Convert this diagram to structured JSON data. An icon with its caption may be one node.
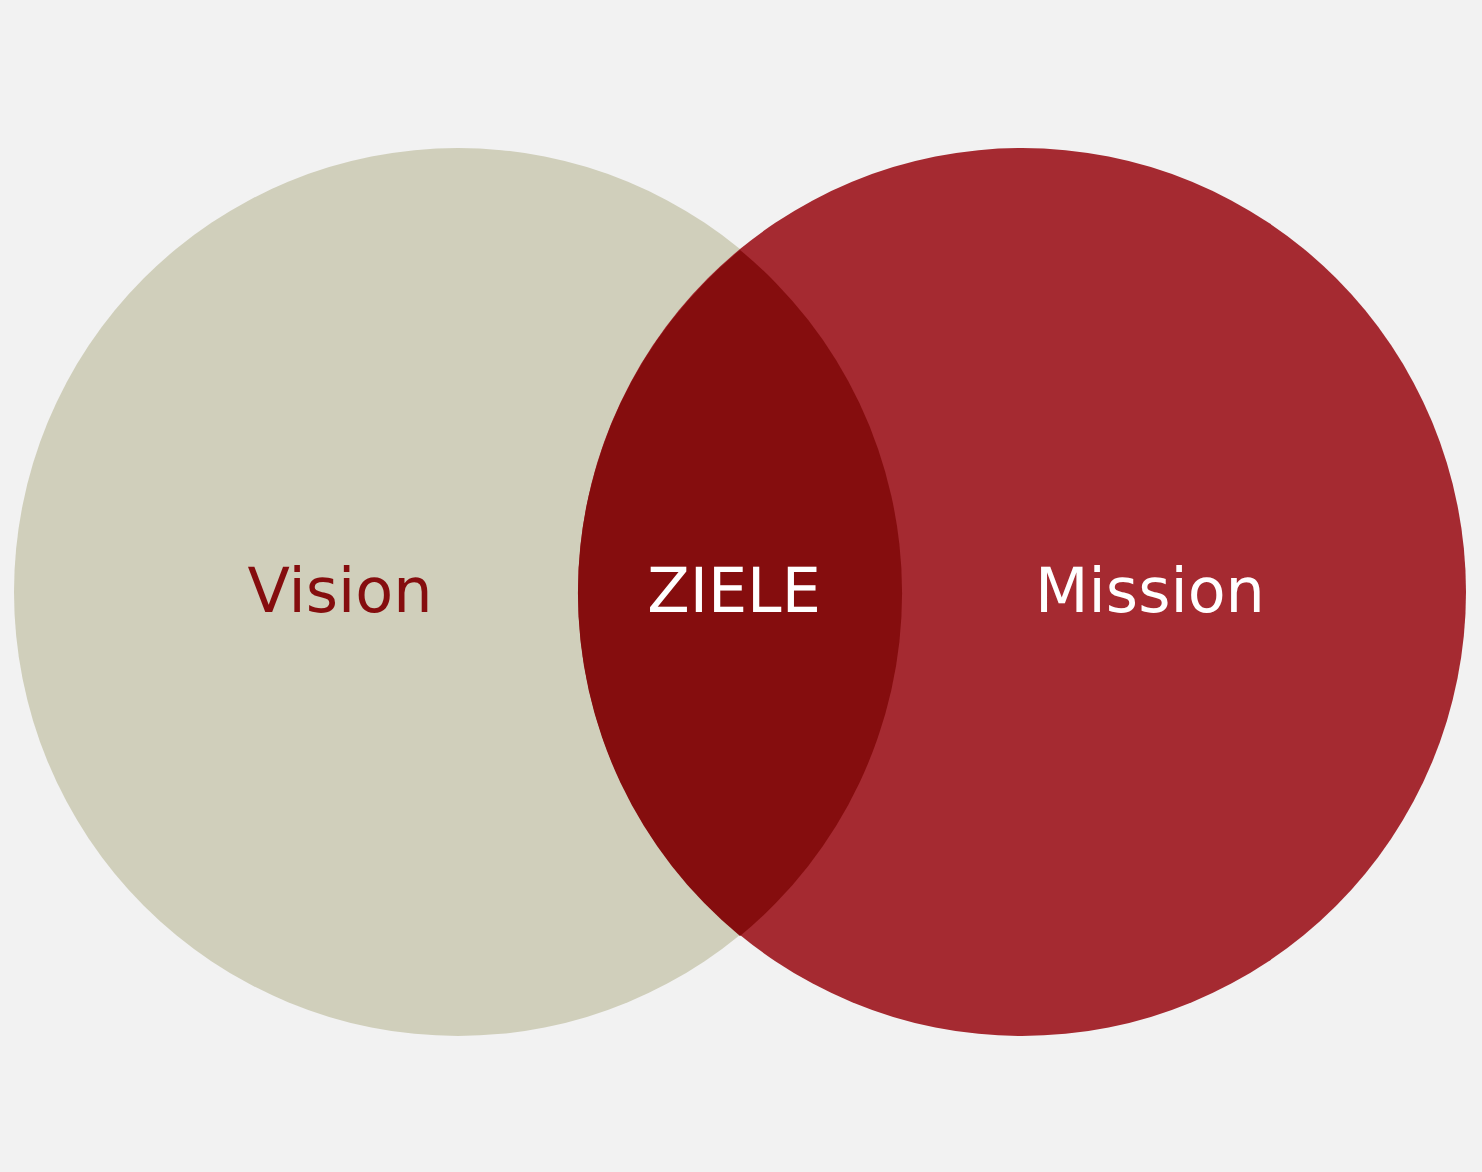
{
  "diagram": {
    "nodes": [
      {
        "text": [
          "Vision"
        ]
      },
      {
        "text": [
          "Mission"
        ]
      },
      {
        "text": [
          "ZIELE"
        ]
      }
    ]
  }
}
